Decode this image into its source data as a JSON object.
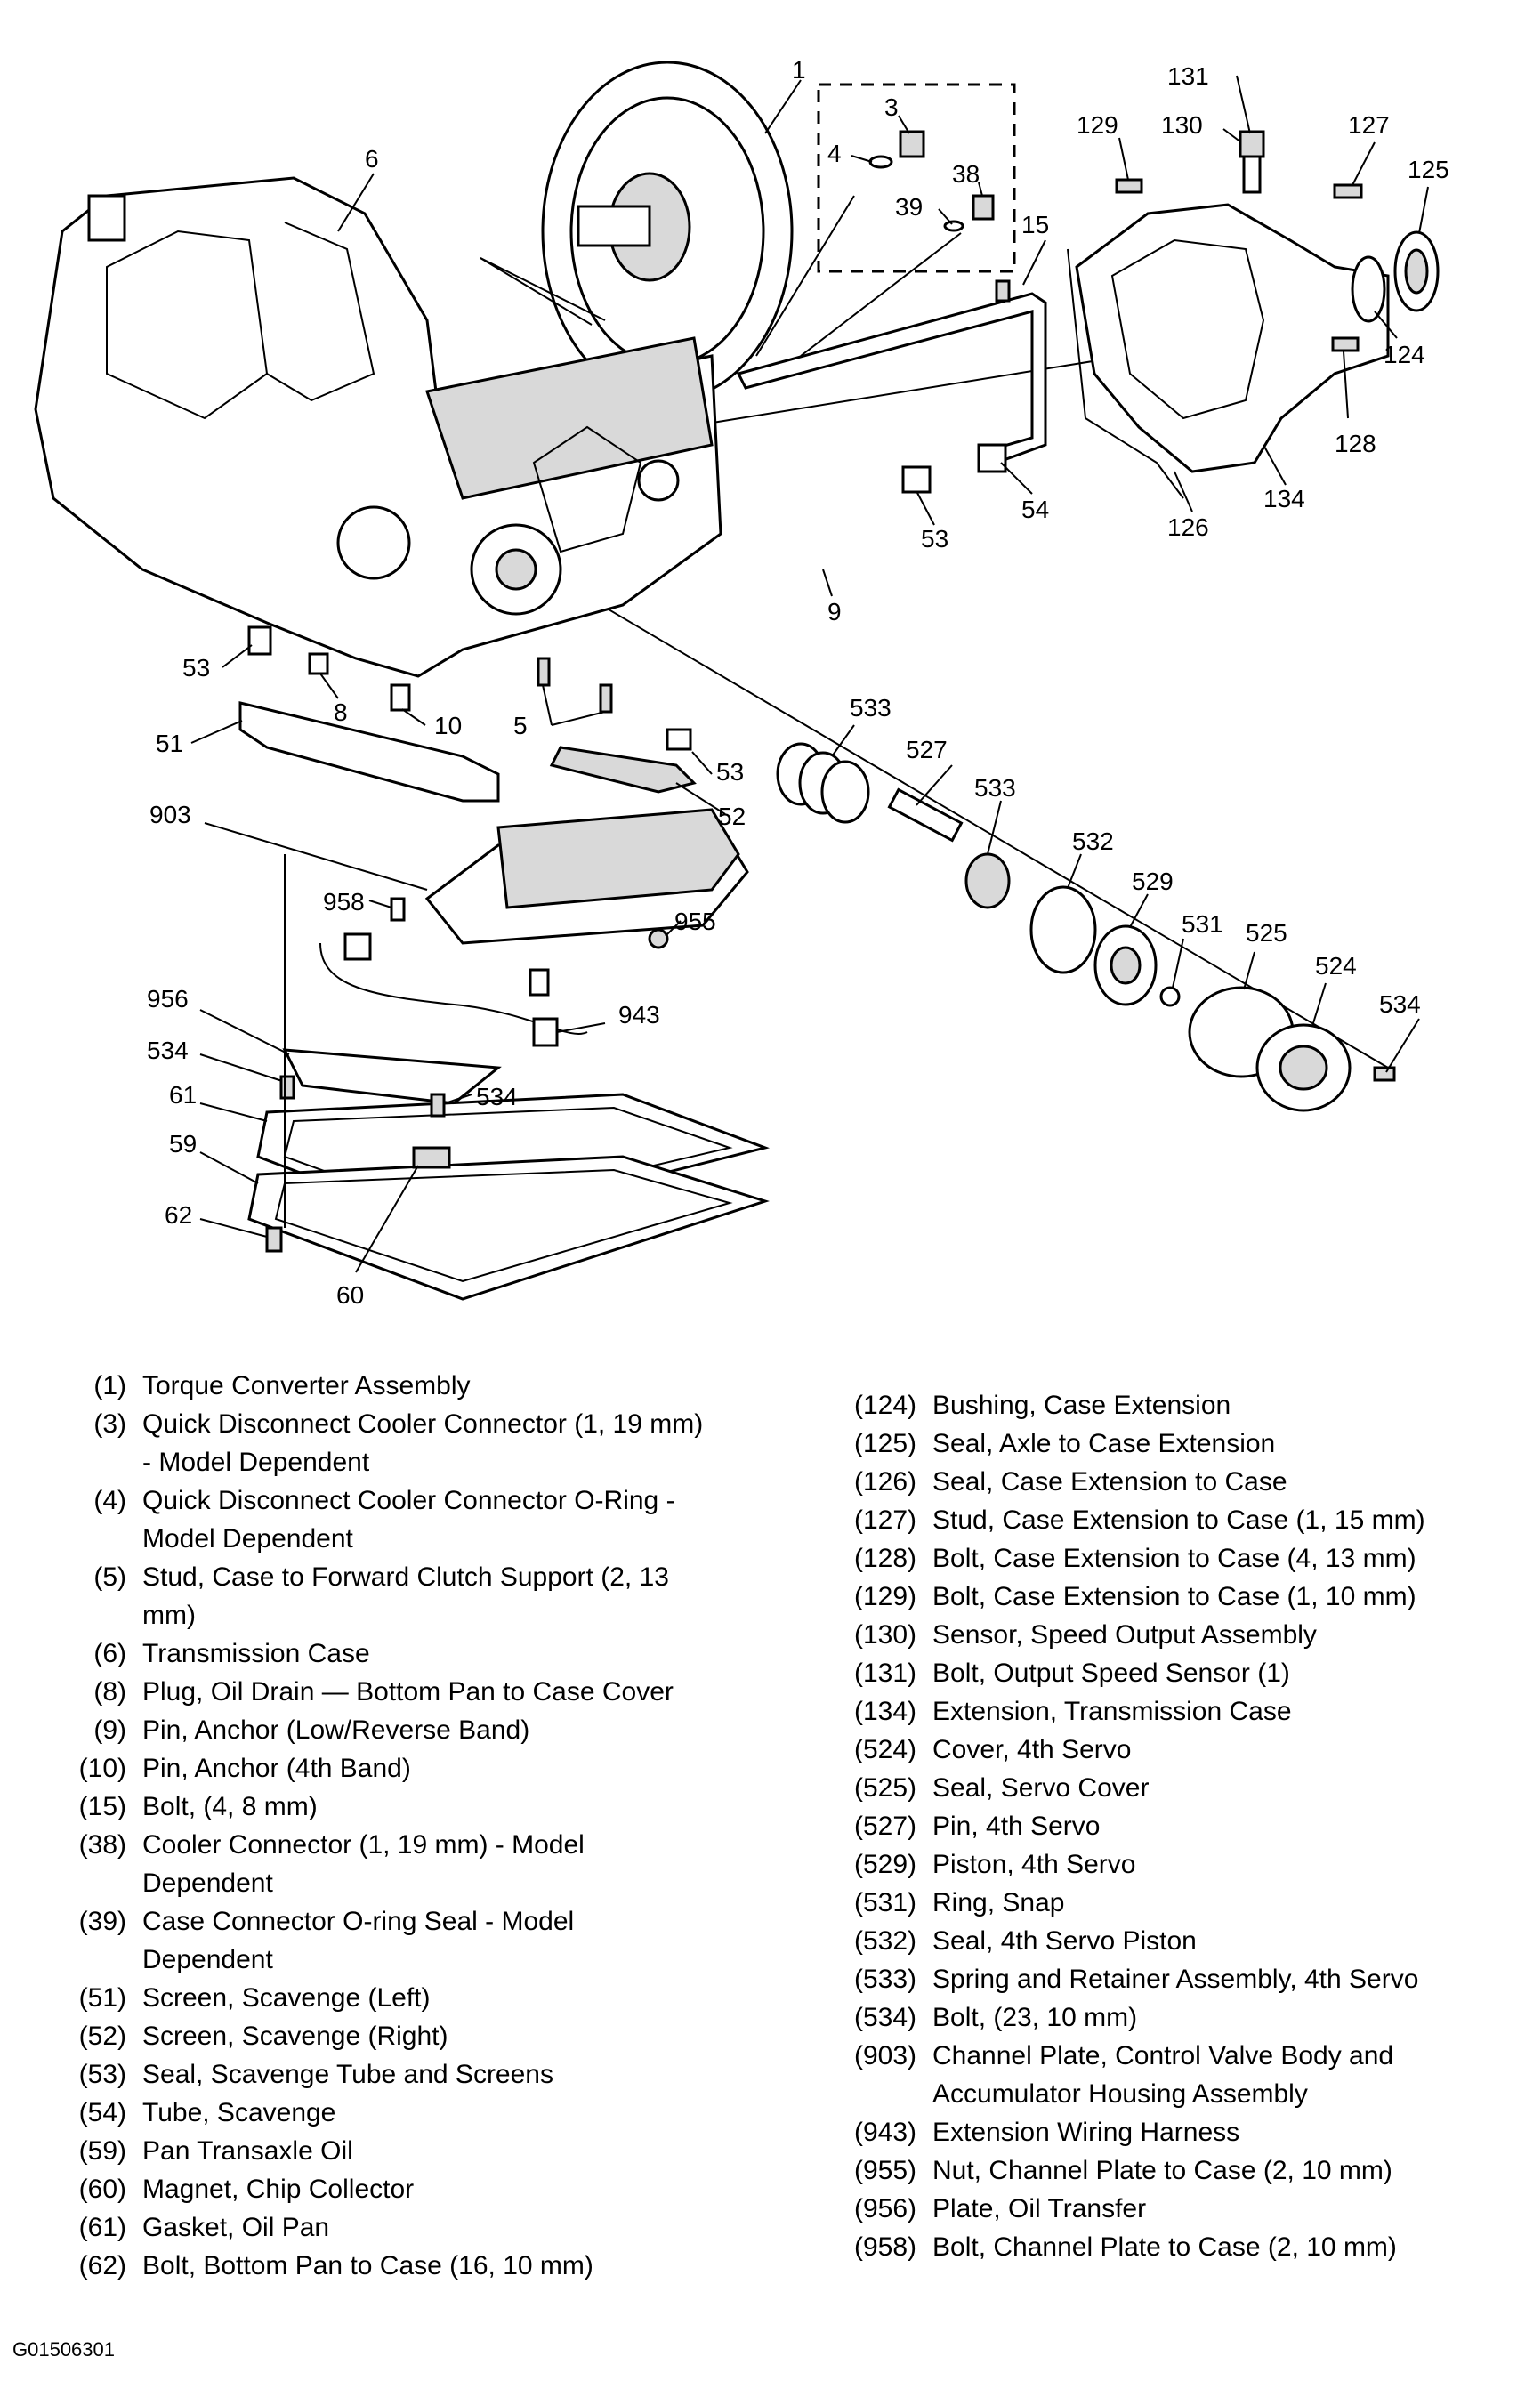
{
  "callouts": [
    {
      "id": "c1",
      "text": "1"
    },
    {
      "id": "c3",
      "text": "3"
    },
    {
      "id": "c4",
      "text": "4"
    },
    {
      "id": "c38",
      "text": "38"
    },
    {
      "id": "c39",
      "text": "39"
    },
    {
      "id": "c15",
      "text": "15"
    },
    {
      "id": "c6",
      "text": "6"
    },
    {
      "id": "c131",
      "text": "131"
    },
    {
      "id": "c130",
      "text": "130"
    },
    {
      "id": "c129",
      "text": "129"
    },
    {
      "id": "c127",
      "text": "127"
    },
    {
      "id": "c125",
      "text": "125"
    },
    {
      "id": "c124",
      "text": "124"
    },
    {
      "id": "c128",
      "text": "128"
    },
    {
      "id": "c134",
      "text": "134"
    },
    {
      "id": "c126",
      "text": "126"
    },
    {
      "id": "c54",
      "text": "54"
    },
    {
      "id": "c53a",
      "text": "53"
    },
    {
      "id": "c9",
      "text": "9"
    },
    {
      "id": "c53b",
      "text": "53"
    },
    {
      "id": "c8",
      "text": "8"
    },
    {
      "id": "c10",
      "text": "10"
    },
    {
      "id": "c5",
      "text": "5"
    },
    {
      "id": "c51",
      "text": "51"
    },
    {
      "id": "c53c",
      "text": "53"
    },
    {
      "id": "c52",
      "text": "52"
    },
    {
      "id": "c533a",
      "text": "533"
    },
    {
      "id": "c527",
      "text": "527"
    },
    {
      "id": "c533b",
      "text": "533"
    },
    {
      "id": "c903",
      "text": "903"
    },
    {
      "id": "c958",
      "text": "958"
    },
    {
      "id": "c955",
      "text": "955"
    },
    {
      "id": "c532",
      "text": "532"
    },
    {
      "id": "c529",
      "text": "529"
    },
    {
      "id": "c531",
      "text": "531"
    },
    {
      "id": "c525",
      "text": "525"
    },
    {
      "id": "c524",
      "text": "524"
    },
    {
      "id": "c534a",
      "text": "534"
    },
    {
      "id": "c956",
      "text": "956"
    },
    {
      "id": "c943",
      "text": "943"
    },
    {
      "id": "c534b",
      "text": "534"
    },
    {
      "id": "c534c",
      "text": "534"
    },
    {
      "id": "c61",
      "text": "61"
    },
    {
      "id": "c59",
      "text": "59"
    },
    {
      "id": "c62",
      "text": "62"
    },
    {
      "id": "c60",
      "text": "60"
    }
  ],
  "legend_left": [
    {
      "code": "(1)",
      "desc": "Torque Converter Assembly"
    },
    {
      "code": "(3)",
      "desc": "Quick Disconnect Cooler Connector (1, 19 mm) - Model Dependent"
    },
    {
      "code": "(4)",
      "desc": "Quick Disconnect Cooler Connector O-Ring - Model Dependent"
    },
    {
      "code": "(5)",
      "desc": "Stud, Case to Forward Clutch Support (2, 13 mm)"
    },
    {
      "code": "(6)",
      "desc": "Transmission Case"
    },
    {
      "code": "(8)",
      "desc": "Plug, Oil Drain — Bottom Pan to Case Cover"
    },
    {
      "code": "(9)",
      "desc": "Pin, Anchor (Low/Reverse Band)"
    },
    {
      "code": "(10)",
      "desc": "Pin, Anchor (4th  Band)"
    },
    {
      "code": "(15)",
      "desc": "Bolt, (4, 8 mm)"
    },
    {
      "code": "(38)",
      "desc": "Cooler Connector (1, 19 mm) - Model Dependent"
    },
    {
      "code": "(39)",
      "desc": "Case Connector O-ring Seal - Model Dependent"
    },
    {
      "code": "(51)",
      "desc": "Screen, Scavenge (Left)"
    },
    {
      "code": "(52)",
      "desc": "Screen, Scavenge (Right)"
    },
    {
      "code": "(53)",
      "desc": "Seal, Scavenge Tube and Screens"
    },
    {
      "code": "(54)",
      "desc": "Tube, Scavenge"
    },
    {
      "code": "(59)",
      "desc": "Pan Transaxle Oil"
    },
    {
      "code": "(60)",
      "desc": "Magnet, Chip Collector"
    },
    {
      "code": "(61)",
      "desc": "Gasket, Oil Pan"
    },
    {
      "code": "(62)",
      "desc": "Bolt, Bottom Pan to Case (16, 10 mm)"
    }
  ],
  "legend_right": [
    {
      "code": "(124)",
      "desc": "Bushing, Case Extension"
    },
    {
      "code": "(125)",
      "desc": "Seal, Axle to Case Extension"
    },
    {
      "code": "(126)",
      "desc": "Seal, Case Extension to Case"
    },
    {
      "code": "(127)",
      "desc": "Stud, Case Extension to Case (1, 15 mm)"
    },
    {
      "code": "(128)",
      "desc": "Bolt, Case Extension to Case (4, 13 mm)"
    },
    {
      "code": "(129)",
      "desc": "Bolt, Case Extension to Case (1, 10 mm)"
    },
    {
      "code": "(130)",
      "desc": "Sensor, Speed Output Assembly"
    },
    {
      "code": "(131)",
      "desc": "Bolt, Output Speed Sensor (1)"
    },
    {
      "code": "(134)",
      "desc": "Extension, Transmission Case"
    },
    {
      "code": "(524)",
      "desc": "Cover, 4th  Servo"
    },
    {
      "code": "(525)",
      "desc": "Seal, Servo Cover"
    },
    {
      "code": "(527)",
      "desc": "Pin, 4th  Servo"
    },
    {
      "code": "(529)",
      "desc": "Piston, 4th  Servo"
    },
    {
      "code": "(531)",
      "desc": "Ring, Snap"
    },
    {
      "code": "(532)",
      "desc": "Seal, 4th Servo Piston"
    },
    {
      "code": "(533)",
      "desc": "Spring and Retainer Assembly, 4th  Servo"
    },
    {
      "code": "(534)",
      "desc": "Bolt, (23, 10 mm)"
    },
    {
      "code": "(903)",
      "desc": "Channel Plate, Control Valve Body and Accumulator Housing Assembly"
    },
    {
      "code": "(943)",
      "desc": "Extension Wiring Harness"
    },
    {
      "code": "(955)",
      "desc": "Nut, Channel Plate to Case (2, 10 mm)"
    },
    {
      "code": "(956)",
      "desc": "Plate, Oil Transfer"
    },
    {
      "code": "(958)",
      "desc": "Bolt, Channel Plate to Case (2, 10 mm)"
    }
  ],
  "figure_id": "G01506301"
}
